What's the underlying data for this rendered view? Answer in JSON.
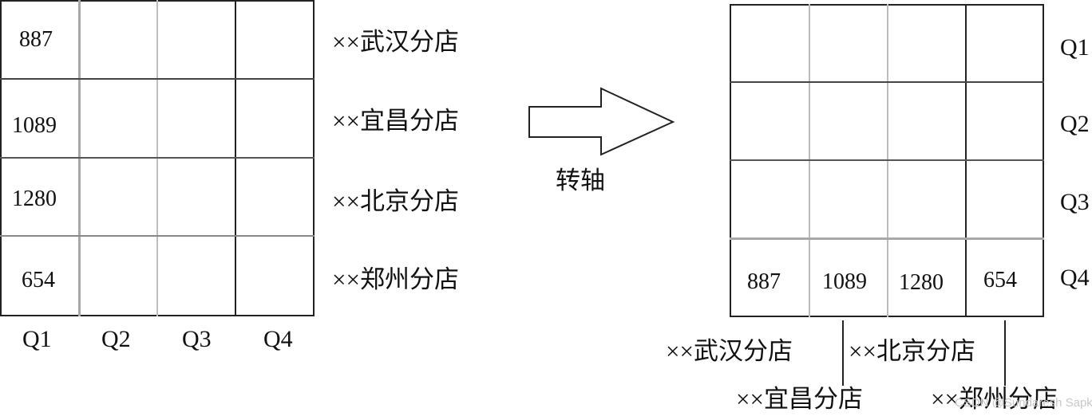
{
  "left_table": {
    "values": [
      "887",
      "1089",
      "1280",
      "654"
    ],
    "quarters": [
      "Q1",
      "Q2",
      "Q3",
      "Q4"
    ],
    "stores": [
      "××武汉分店",
      "××宜昌分店",
      "××北京分店",
      "××郑州分店"
    ]
  },
  "transform": {
    "label": "转轴"
  },
  "right_table": {
    "values": [
      "887",
      "1089",
      "1280",
      "654"
    ],
    "quarters": [
      "Q1",
      "Q2",
      "Q3",
      "Q4"
    ],
    "stores": [
      "××武汉分店",
      "××北京分店",
      "××宜昌分店",
      "××郑州分店"
    ]
  },
  "watermark": "CSDN @Sundaresh Sapkota"
}
